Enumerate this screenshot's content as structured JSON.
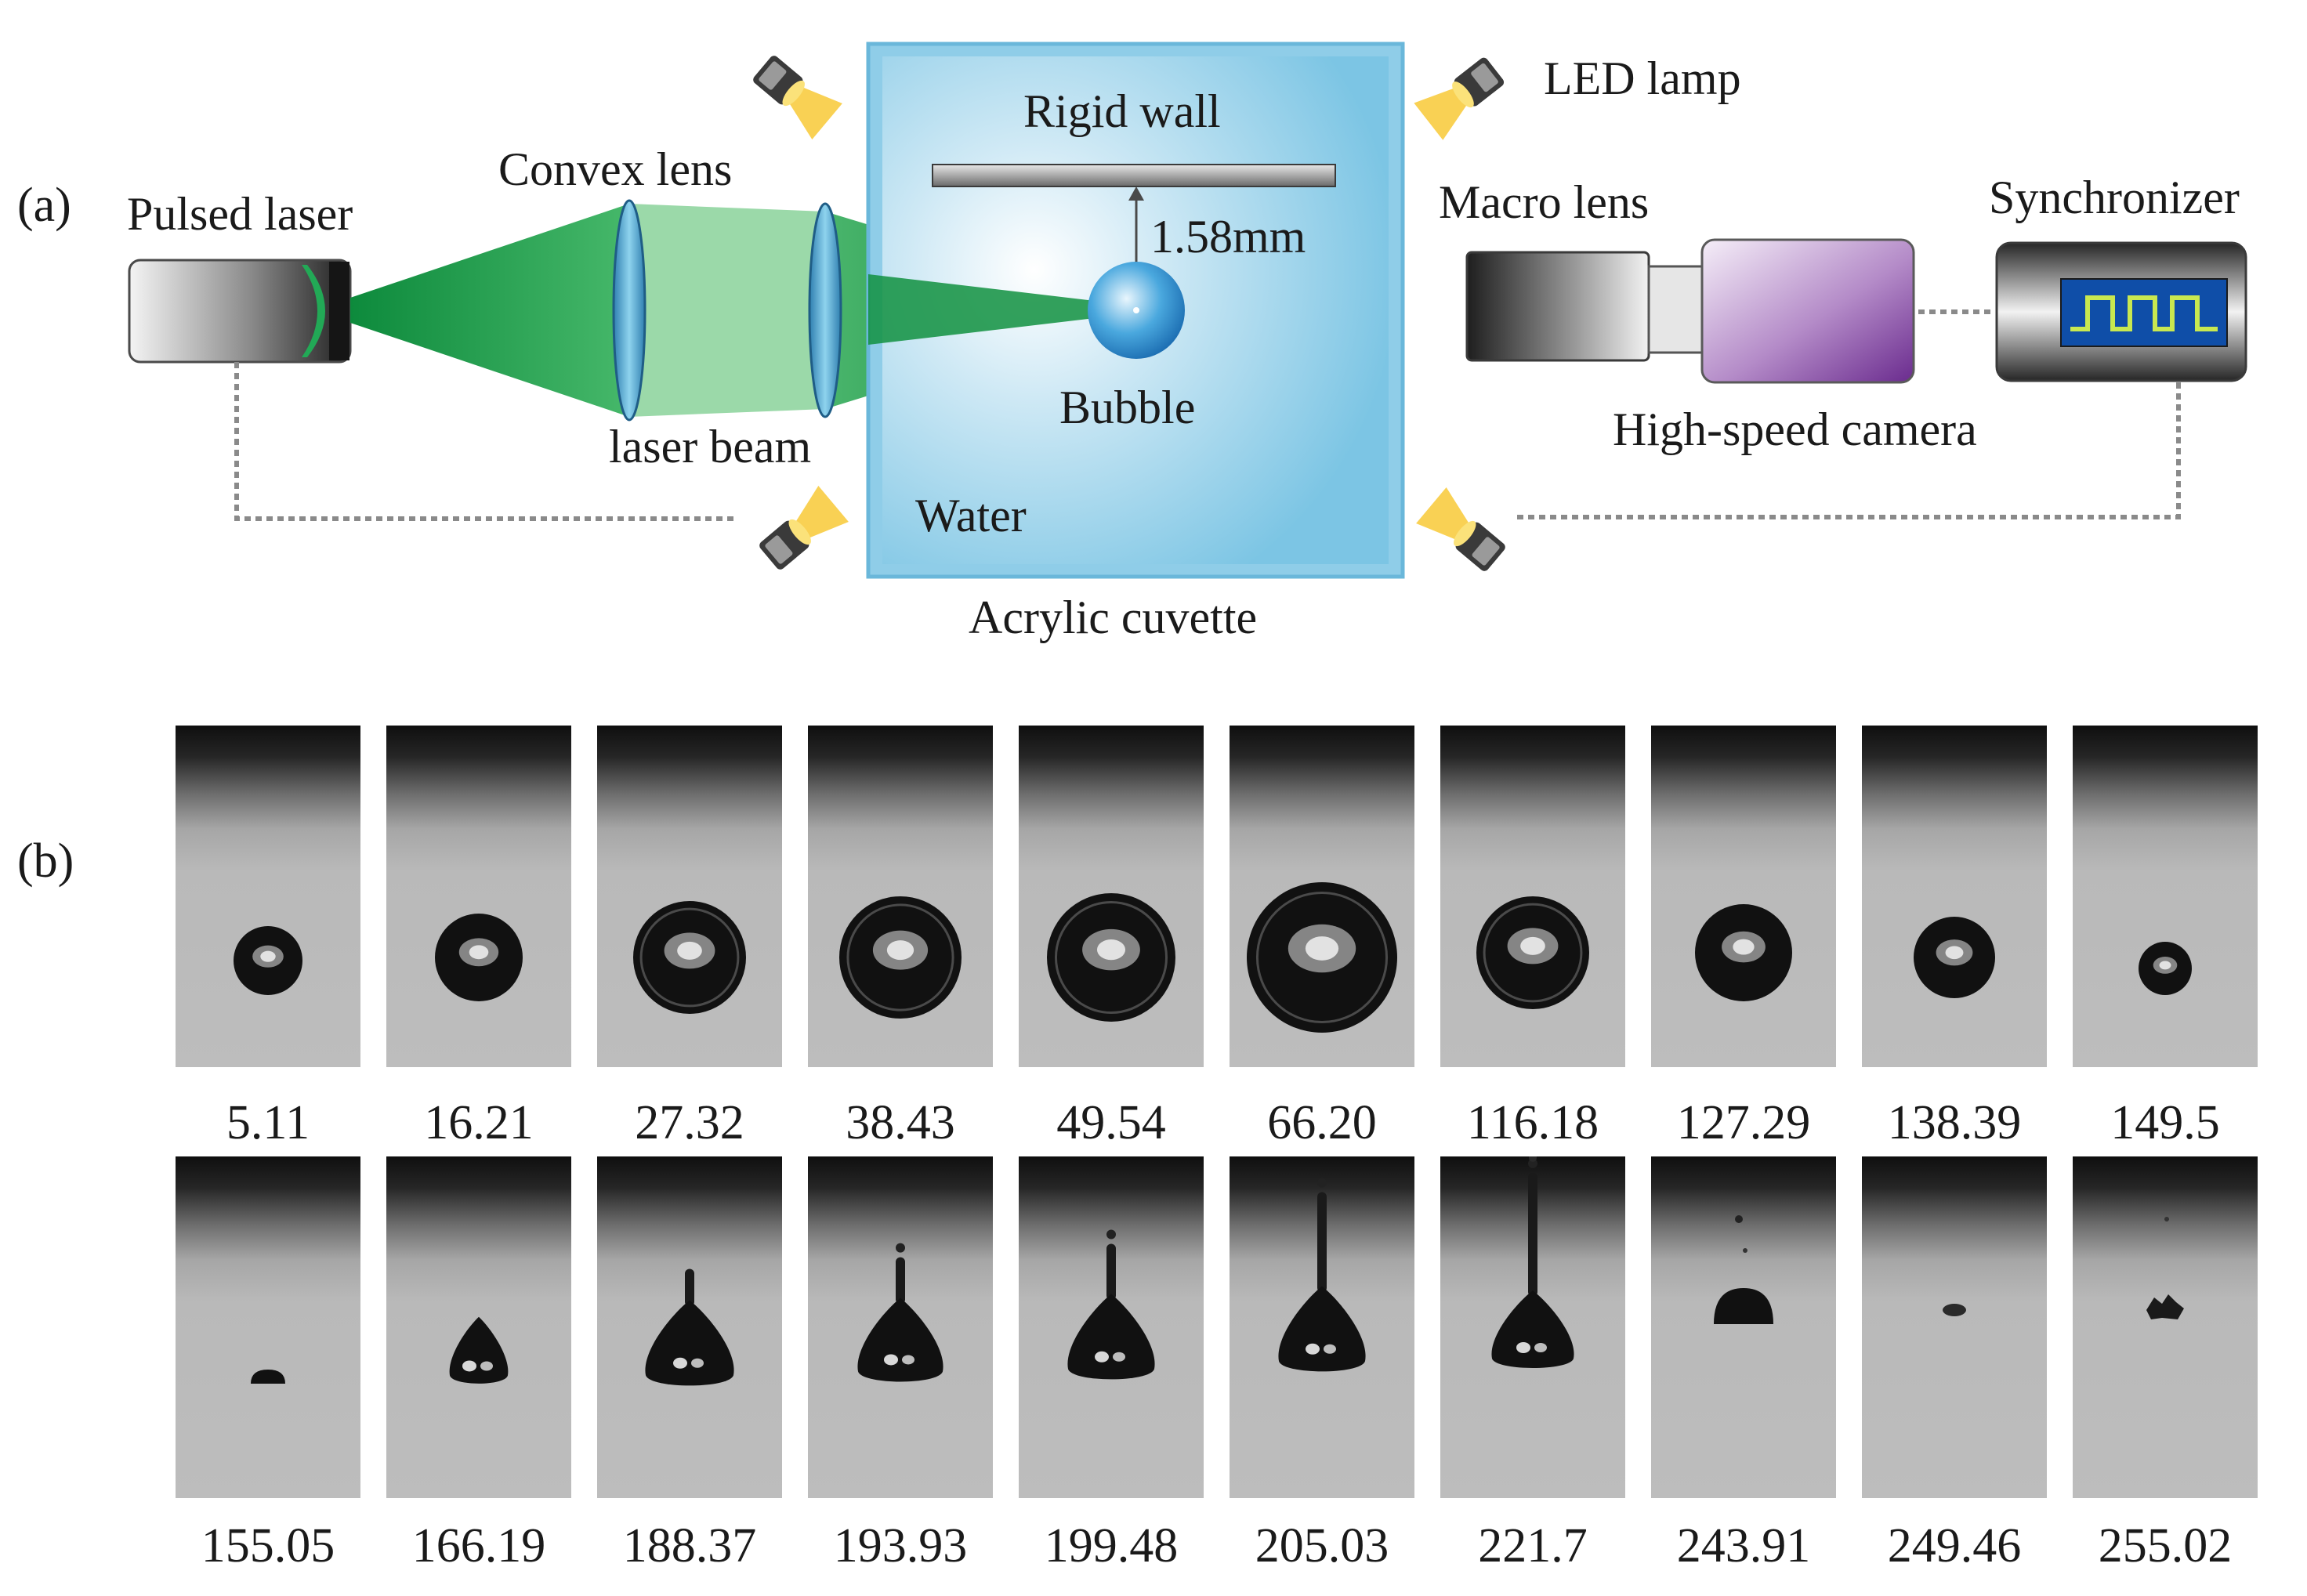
{
  "panel_a": {
    "label": "(a)",
    "pulsed_laser": "Pulsed laser",
    "convex_lens": "Convex lens",
    "laser_beam": "laser beam",
    "rigid_wall": "Rigid wall",
    "distance": "1.58mm",
    "bubble": "Bubble",
    "water": "Water",
    "cuvette": "Acrylic cuvette",
    "led_lamp": "LED lamp",
    "macro_lens": "Macro lens",
    "camera": "High-speed camera",
    "synchronizer": "Synchronizer"
  },
  "panel_b": {
    "label": "(b)",
    "row1_times": [
      "5.11",
      "16.21",
      "27.32",
      "38.43",
      "49.54",
      "66.20",
      "116.18",
      "127.29",
      "138.39",
      "149.5"
    ],
    "row2_times": [
      "155.05",
      "166.19",
      "188.37",
      "193.93",
      "199.48",
      "205.03",
      "221.7",
      "243.91",
      "249.46",
      "255.02"
    ]
  },
  "colors": {
    "water": "#86cbe6",
    "laser_green": "#1a9a4a",
    "camera_purple": "#7b3fa0",
    "signal_green": "#c8e850",
    "lamp_yellow": "#f7c21b"
  }
}
